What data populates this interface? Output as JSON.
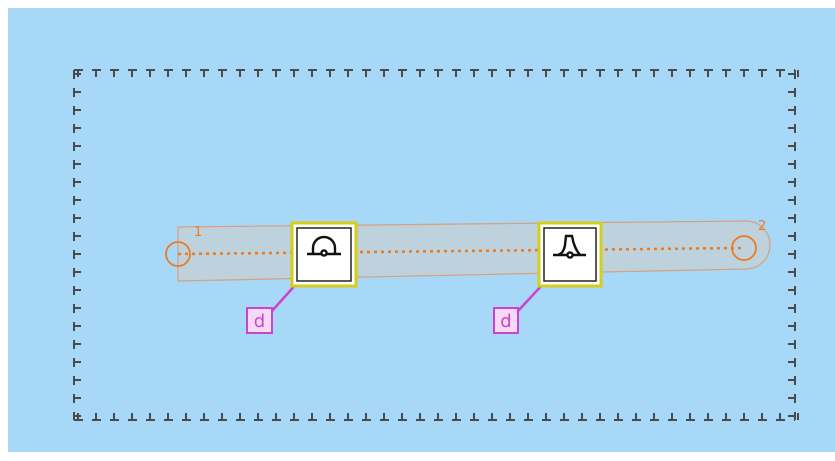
{
  "diagram": {
    "colors": {
      "background": "#a8d8f8",
      "frame": "#4a4a4a",
      "path": "#ee7a1e",
      "path_outline": "#d8a07c",
      "marker_border": "#d6cc1a",
      "marker_fill": "#ffffff",
      "tag": "#cc44cc"
    },
    "endpoints": [
      {
        "label": "1",
        "shape": "circle"
      },
      {
        "label": "2",
        "shape": "circle"
      }
    ],
    "markers": [
      {
        "icon": "arch-icon",
        "tag": "d"
      },
      {
        "icon": "bell-icon",
        "tag": "d"
      }
    ]
  }
}
